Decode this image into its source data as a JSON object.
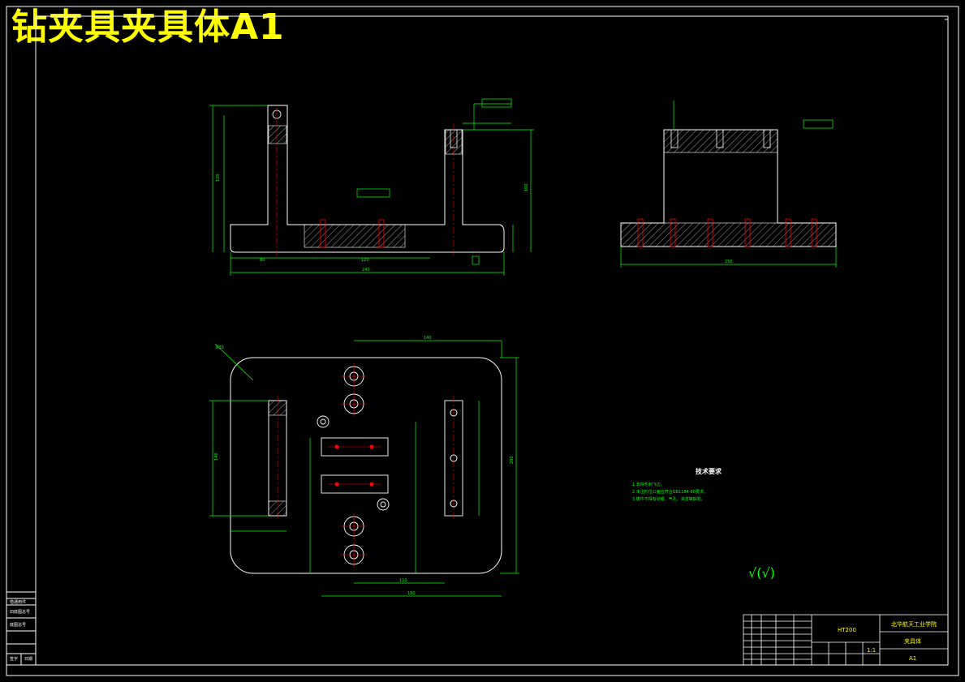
{
  "title": "钻夹具夹具体A1",
  "colors": {
    "background": "#000000",
    "outline": "#ffffff",
    "dimension": "#00ff00",
    "centerline": "#ff0000",
    "title_text": "#ffff00"
  },
  "technical_requirements": {
    "heading": "技术要求",
    "items": [
      "1.去除毛刺飞边。",
      "2.未注形位公差应符合GB1184-80要求。",
      "3.铸件不得有砂眼、气孔、夹渣等缺陷。"
    ]
  },
  "surface_symbol": "√(√)",
  "title_block": {
    "school": "北华航天工业学院",
    "part_name": "夹具体",
    "material": "HT200",
    "scale": "1:1",
    "sheet": "A1"
  },
  "side_strip": [
    "借通用件",
    "旧底图总号",
    "底图总号",
    "签字",
    "日期"
  ]
}
